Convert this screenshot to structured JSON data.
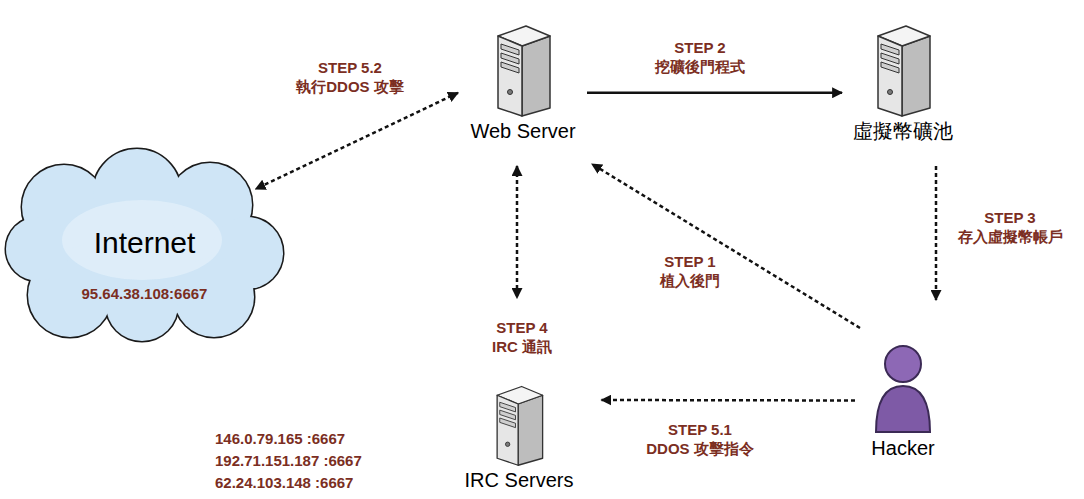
{
  "diagram": {
    "nodes": [
      {
        "text": [
          "Web Server"
        ]
      },
      {
        "text": [
          "虛擬幣礦池"
        ]
      },
      {
        "text": [
          "Internet",
          "95.64.38.108:6667"
        ]
      },
      {
        "text": [
          "IRC Servers"
        ]
      },
      {
        "text": [
          "Hacker"
        ]
      }
    ],
    "edges": [
      {
        "from": 0,
        "to": 1,
        "label": "STEP 2 挖礦後門程式",
        "arrow": "to"
      },
      {
        "from": 1,
        "to": 4,
        "label": "STEP 3 存入虛擬幣帳戶",
        "arrow": "to"
      },
      {
        "from": 4,
        "to": 0,
        "label": "STEP 1 植入後門",
        "arrow": "to"
      },
      {
        "from": 0,
        "to": 2,
        "label": "STEP 5.2 執行DDOS 攻擊",
        "arrow": "both"
      },
      {
        "from": 0,
        "to": 3,
        "label": "STEP 4 IRC 通訊",
        "arrow": "both"
      },
      {
        "from": 4,
        "to": 3,
        "label": "STEP 5.1 DDOS 攻擊指令",
        "arrow": "to"
      }
    ],
    "labels": [
      "146.0.79.165 :6667",
      "192.71.151.187 :6667",
      "62.24.103.148 :6667"
    ]
  }
}
